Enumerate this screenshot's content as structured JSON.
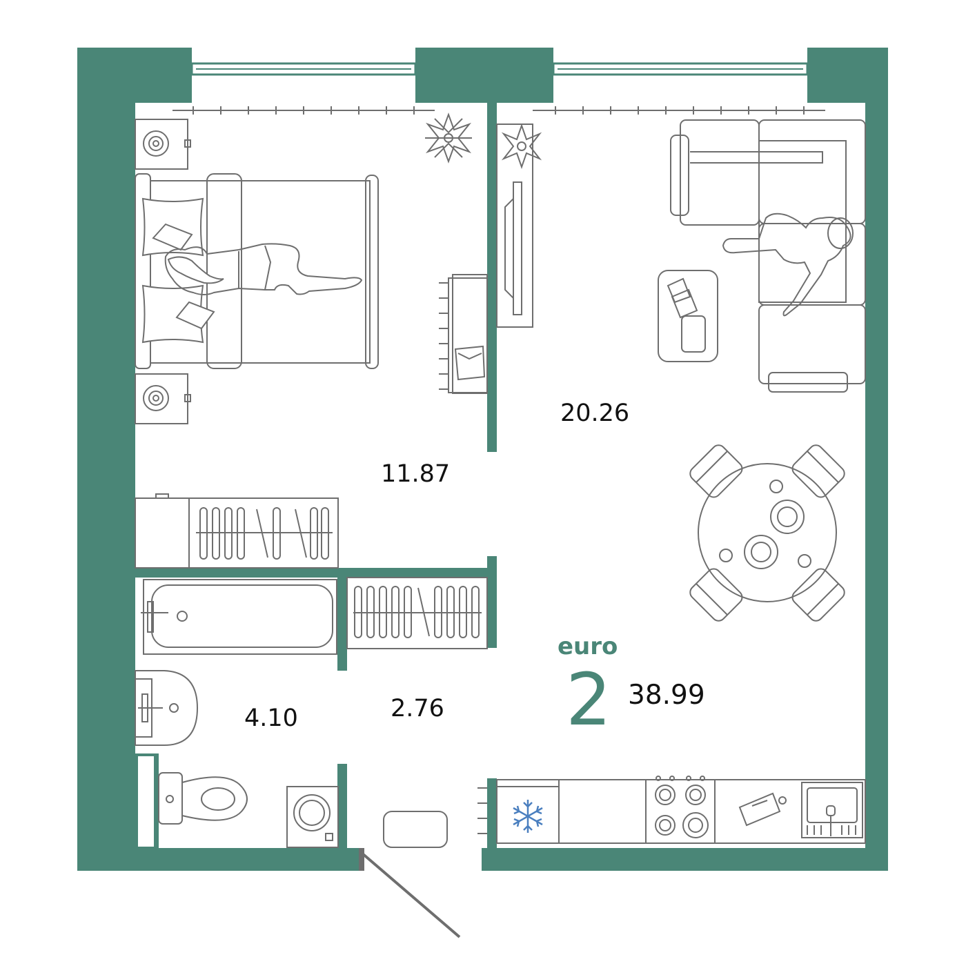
{
  "colors": {
    "wall": "#4a8677",
    "window": "#4a8677",
    "furniture_stroke": "#6e6e6e",
    "text": "#111111",
    "accent": "#4a8677",
    "freezer_icon": "#4a7fbf"
  },
  "plan": {
    "type_label": "euro",
    "rooms_count": "2",
    "total_area": "38.99"
  },
  "rooms": [
    {
      "id": "bedroom",
      "area": "11.87"
    },
    {
      "id": "living-kitchen",
      "area": "20.26"
    },
    {
      "id": "bathroom",
      "area": "4.10"
    },
    {
      "id": "hallway",
      "area": "2.76"
    }
  ],
  "icons": {
    "freezer": "snowflake-icon",
    "plants": "plant-icon",
    "stove": "stove-icon",
    "sink": "sink-icon"
  }
}
